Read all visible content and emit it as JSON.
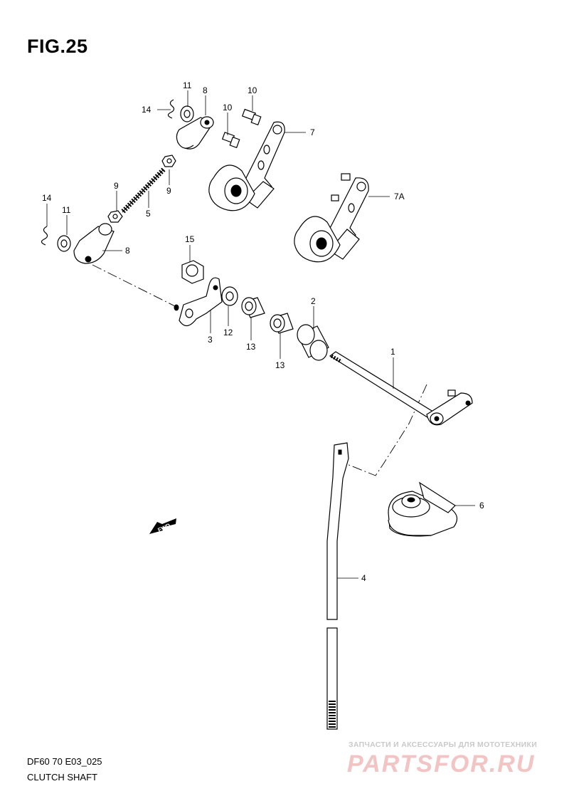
{
  "figure": {
    "title": "FIG.25",
    "code": "DF60 70 E03_025",
    "caption": "CLUTCH SHAFT"
  },
  "callouts": [
    "1",
    "2",
    "3",
    "4",
    "5",
    "6",
    "7",
    "7A",
    "8",
    "8",
    "9",
    "9",
    "10",
    "10",
    "11",
    "11",
    "12",
    "13",
    "13",
    "14",
    "14",
    "15"
  ],
  "direction_arrow": {
    "label": "FWD"
  },
  "watermark": {
    "tagline": "ЗАПЧАСТИ И АКСЕССУАРЫ ДЛЯ МОТОТЕХНИКИ",
    "logo": "PARTSFOR.RU"
  }
}
